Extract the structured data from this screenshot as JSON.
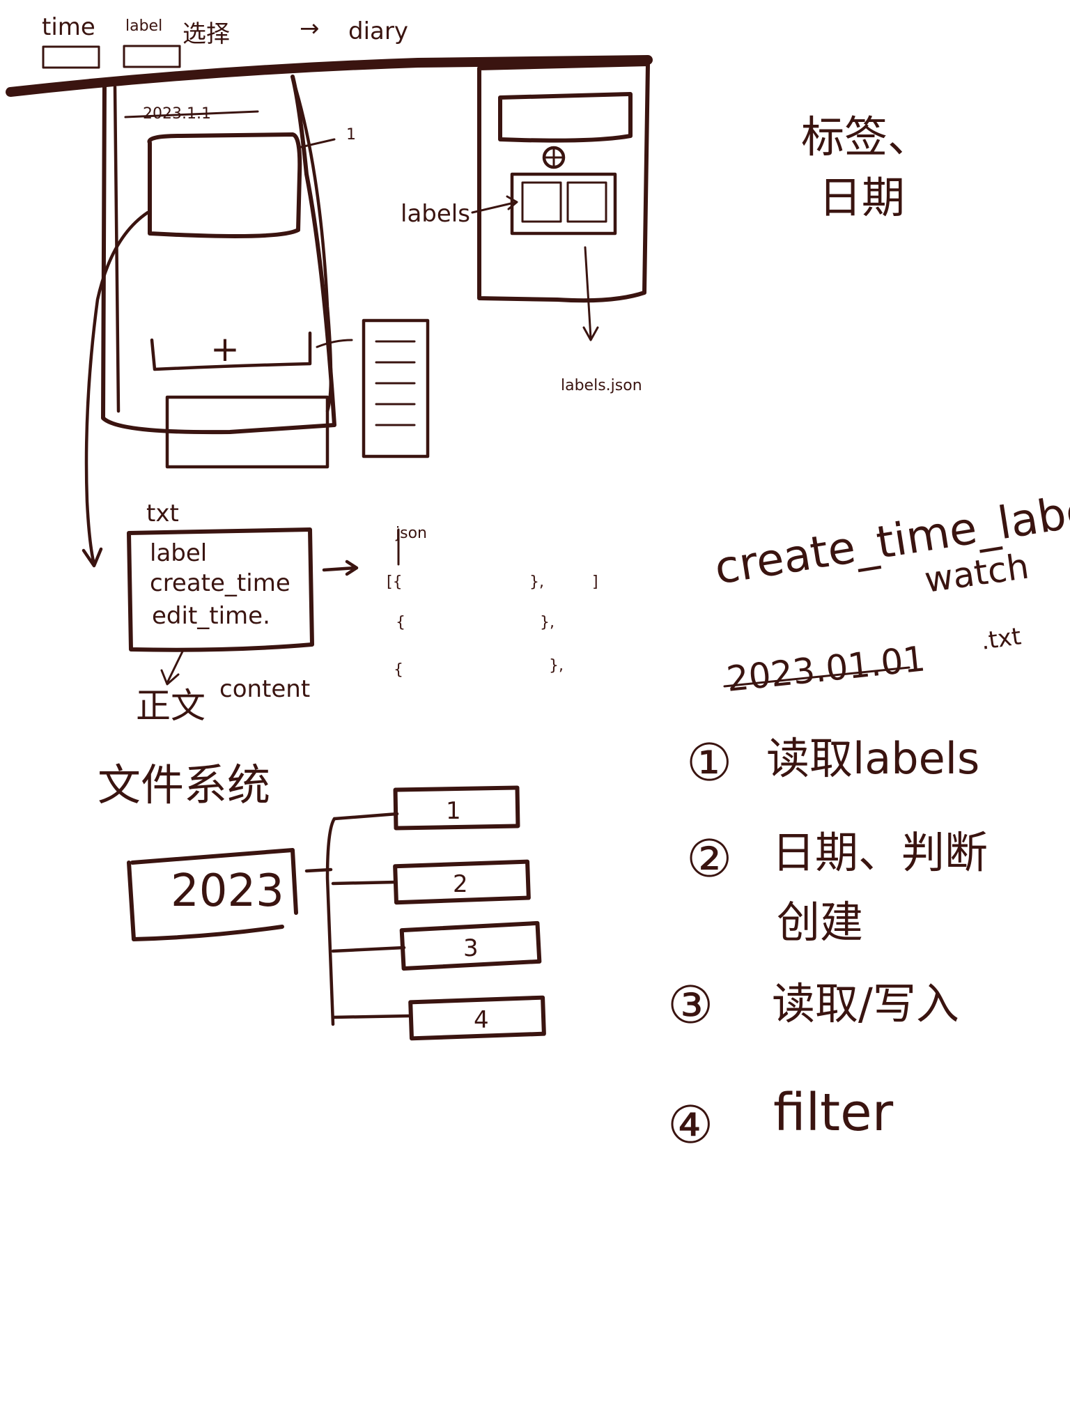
{
  "top_bar": {
    "time_label": "time",
    "label_label": "label",
    "select_label": "选择",
    "arrow": "→",
    "diary_label": "diary"
  },
  "main_sketch": {
    "date": "2023.1.1",
    "box_number": "1",
    "add_symbol": "+"
  },
  "label_sketch": {
    "labels_pointer": "labels",
    "add_symbol": "⊕",
    "output_file": "labels.json"
  },
  "side_note": {
    "line1": "标签、",
    "line2": "日期"
  },
  "txt_section": {
    "title": "txt",
    "fields": [
      "label",
      "create_time",
      "edit_time."
    ],
    "json_label": "json",
    "json_rows": [
      [
        "[{",
        "},",
        "]"
      ],
      [
        "{",
        "},",
        ""
      ],
      [
        "{",
        "},",
        ""
      ]
    ],
    "body_label": "正文",
    "content_label": "content"
  },
  "right_notes": {
    "header": "create_time_label",
    "watch": "watch",
    "date_entry": "2023.01.01",
    "txt_entry": ".txt"
  },
  "storage": {
    "title": "文件系统",
    "root": "2023",
    "children": [
      "1",
      "2",
      "3",
      "4"
    ]
  },
  "steps": [
    {
      "marker": "①",
      "text": "读取labels"
    },
    {
      "marker": "②",
      "text": "日期、判断",
      "text2": "创建"
    },
    {
      "marker": "③",
      "text": "读取/写入"
    },
    {
      "marker": "④",
      "text": "filter"
    }
  ],
  "colors": {
    "ink": "#3a1410",
    "paper": "#ffffff"
  }
}
